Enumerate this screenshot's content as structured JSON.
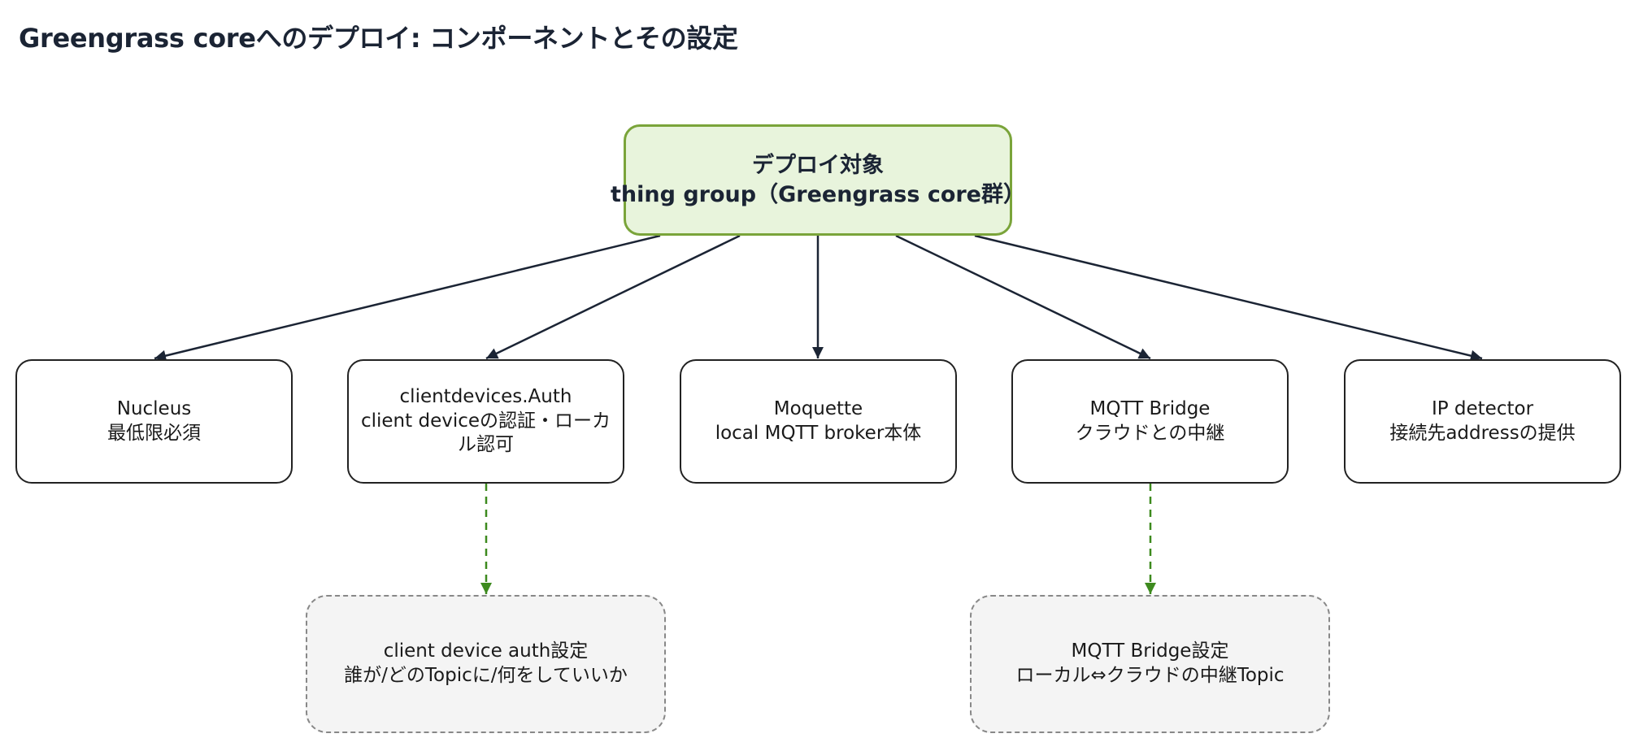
{
  "title": "Greengrass coreへのデプロイ: コンポーネントとその設定",
  "root": {
    "line1": "デプロイ対象",
    "line2": "thing group（Greengrass core群）"
  },
  "components": [
    {
      "line1": "Nucleus",
      "line2": "最低限必須"
    },
    {
      "line1": "clientdevices.Auth",
      "line2": "client deviceの認証・ローカル認可"
    },
    {
      "line1": "Moquette",
      "line2": "local MQTT broker本体"
    },
    {
      "line1": "MQTT Bridge",
      "line2": "クラウドとの中継"
    },
    {
      "line1": "IP detector",
      "line2": "接続先addressの提供"
    }
  ],
  "configs": [
    {
      "line1": "client device auth設定",
      "line2": "誰が/どのTopicに/何をしていいか"
    },
    {
      "line1": "MQTT Bridge設定",
      "line2": "ローカル⇔クラウドの中継Topic"
    }
  ],
  "colors": {
    "root_fill": "#e8f4dc",
    "root_border": "#7aa43a",
    "edge_solid": "#1b2434",
    "edge_dashed": "#3d8a1e",
    "config_fill": "#f4f4f4",
    "config_border": "#888888"
  }
}
